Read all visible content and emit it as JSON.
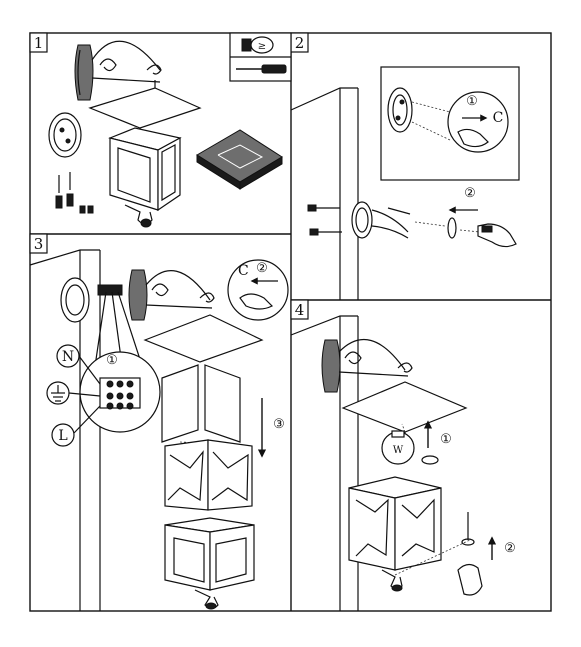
{
  "panels": [
    {
      "id": "1",
      "label": "1"
    },
    {
      "id": "2",
      "label": "2"
    },
    {
      "id": "3",
      "label": "3"
    },
    {
      "id": "4",
      "label": "4"
    }
  ],
  "callouts": {
    "p2_c1": "①",
    "p2_c2": "②",
    "p3_c1": "①",
    "p3_c2": "②",
    "p3_c3": "③",
    "p4_c1": "①",
    "p4_c2": "②"
  },
  "wiring": {
    "neutral": "N",
    "live": "L"
  },
  "bulb_letter": "W"
}
